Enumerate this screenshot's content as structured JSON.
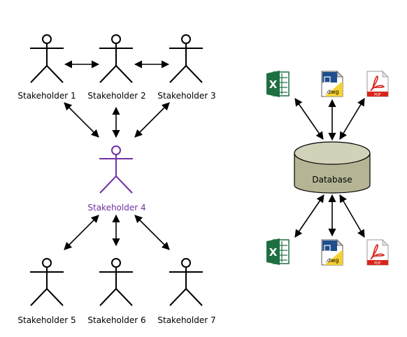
{
  "stakeholders": [
    {
      "label": "Stakeholder 1"
    },
    {
      "label": "Stakeholder 2"
    },
    {
      "label": "Stakeholder 3"
    },
    {
      "label": "Stakeholder 4"
    },
    {
      "label": "Stakeholder 5"
    },
    {
      "label": "Stakeholder 6"
    },
    {
      "label": "Stakeholder 7"
    }
  ],
  "database": {
    "label": "Database"
  },
  "file_icons": {
    "excel": {
      "letter": "X"
    },
    "dwg": {
      "letter": ".dwg"
    },
    "pdf": {
      "letter": "PDF"
    }
  },
  "colors": {
    "stroke": "#000000",
    "highlight": "#7030a0",
    "db_fill": "#b5b595",
    "db_top": "#d2d2b9",
    "excel": "#1d6f42",
    "pdf": "#d9241d",
    "dwg": "#1f4e8c",
    "dwg_yellow": "#f5d032"
  }
}
